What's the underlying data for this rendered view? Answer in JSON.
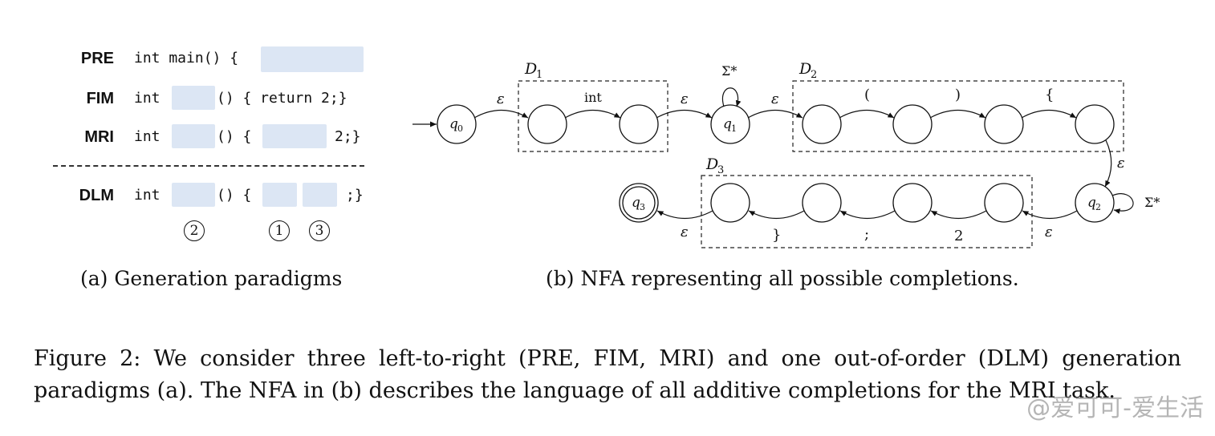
{
  "panel_a": {
    "rows": [
      {
        "label": "PRE",
        "segments": [
          "int main() {"
        ]
      },
      {
        "label": "FIM",
        "segments": [
          "int",
          "() { return 2;}"
        ]
      },
      {
        "label": "MRI",
        "segments": [
          "int",
          "() {",
          "2;}"
        ]
      },
      {
        "label": "DLM",
        "segments": [
          "int",
          "() {",
          ";}"
        ]
      }
    ],
    "order_markers": [
      "2",
      "1",
      "3"
    ],
    "caption": "(a) Generation paradigms",
    "hole_color": "#dce6f4"
  },
  "panel_b": {
    "caption": "(b) NFA representing all possible completions.",
    "states": {
      "q0": "q",
      "q0_sub": "0",
      "q1": "q",
      "q1_sub": "1",
      "q2": "q",
      "q2_sub": "2",
      "q3": "q",
      "q3_sub": "3"
    },
    "boxes": {
      "d1": "D",
      "d1_sub": "1",
      "d2": "D",
      "d2_sub": "2",
      "d3": "D",
      "d3_sub": "3"
    },
    "epsilon": "ε",
    "sigma_star": "Σ*",
    "d1_edge": "int",
    "d2_edges": [
      "(",
      ")",
      "{"
    ],
    "d3_edges": [
      "2",
      ";",
      "}"
    ]
  },
  "caption": {
    "part1": "Figure 2:  We consider three left-to-right (",
    "pre": "PRE",
    "sep1": ", ",
    "fim": "FIM",
    "sep2": ", ",
    "mri": "MRI",
    "part2": ") and one out-of-order (",
    "dlm": "DLM",
    "part3": ") generation paradigms (a). The NFA in (b) describes the language of all additive completions for the ",
    "mri2": "MRI",
    "part4": " task."
  },
  "watermark": "@爱可可-爱生活"
}
